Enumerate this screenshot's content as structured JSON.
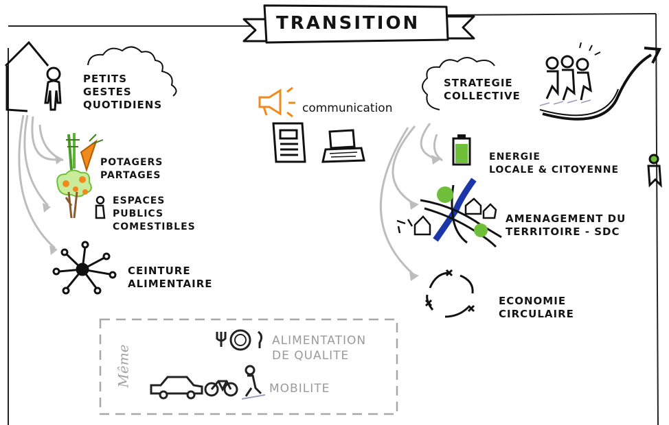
{
  "title": "TRANSITION",
  "left": {
    "heading": [
      "Petits",
      "gestes",
      "quotidiens"
    ],
    "items": [
      {
        "lines": [
          "Potagers",
          "partages"
        ],
        "icon": "vegetables-icon"
      },
      {
        "lines": [
          "Espaces",
          "publics",
          "comestibles"
        ],
        "icon": "fruit-tree-icon"
      },
      {
        "lines": [
          "Ceinture",
          "alimentaire"
        ],
        "icon": "network-icon"
      }
    ]
  },
  "center": {
    "label": "communication"
  },
  "right": {
    "heading": [
      "Strategie",
      "collective"
    ],
    "items": [
      {
        "lines": [
          "Energie",
          "locale & citoyenne"
        ],
        "icon": "battery-icon"
      },
      {
        "lines": [
          "Amenagement du",
          "territoire  - SDC"
        ],
        "icon": "territory-map-icon"
      },
      {
        "lines": [
          "Economie",
          "circulaire"
        ],
        "icon": "circular-arrows-icon"
      }
    ]
  },
  "bottom_box": {
    "side_label": "Même",
    "items": [
      {
        "lines": [
          "Alimentation",
          "de qualite"
        ],
        "icon": "plate-cutlery-icon"
      },
      {
        "lines": [
          "Mobilite"
        ],
        "icon": "car-bike-walk-icon"
      }
    ]
  },
  "colors": {
    "ink": "#141414",
    "accent_green": "#6fbf3a",
    "accent_orange": "#f08a1c",
    "river_blue": "#1a36a8",
    "grey": "#a0a0a0"
  }
}
